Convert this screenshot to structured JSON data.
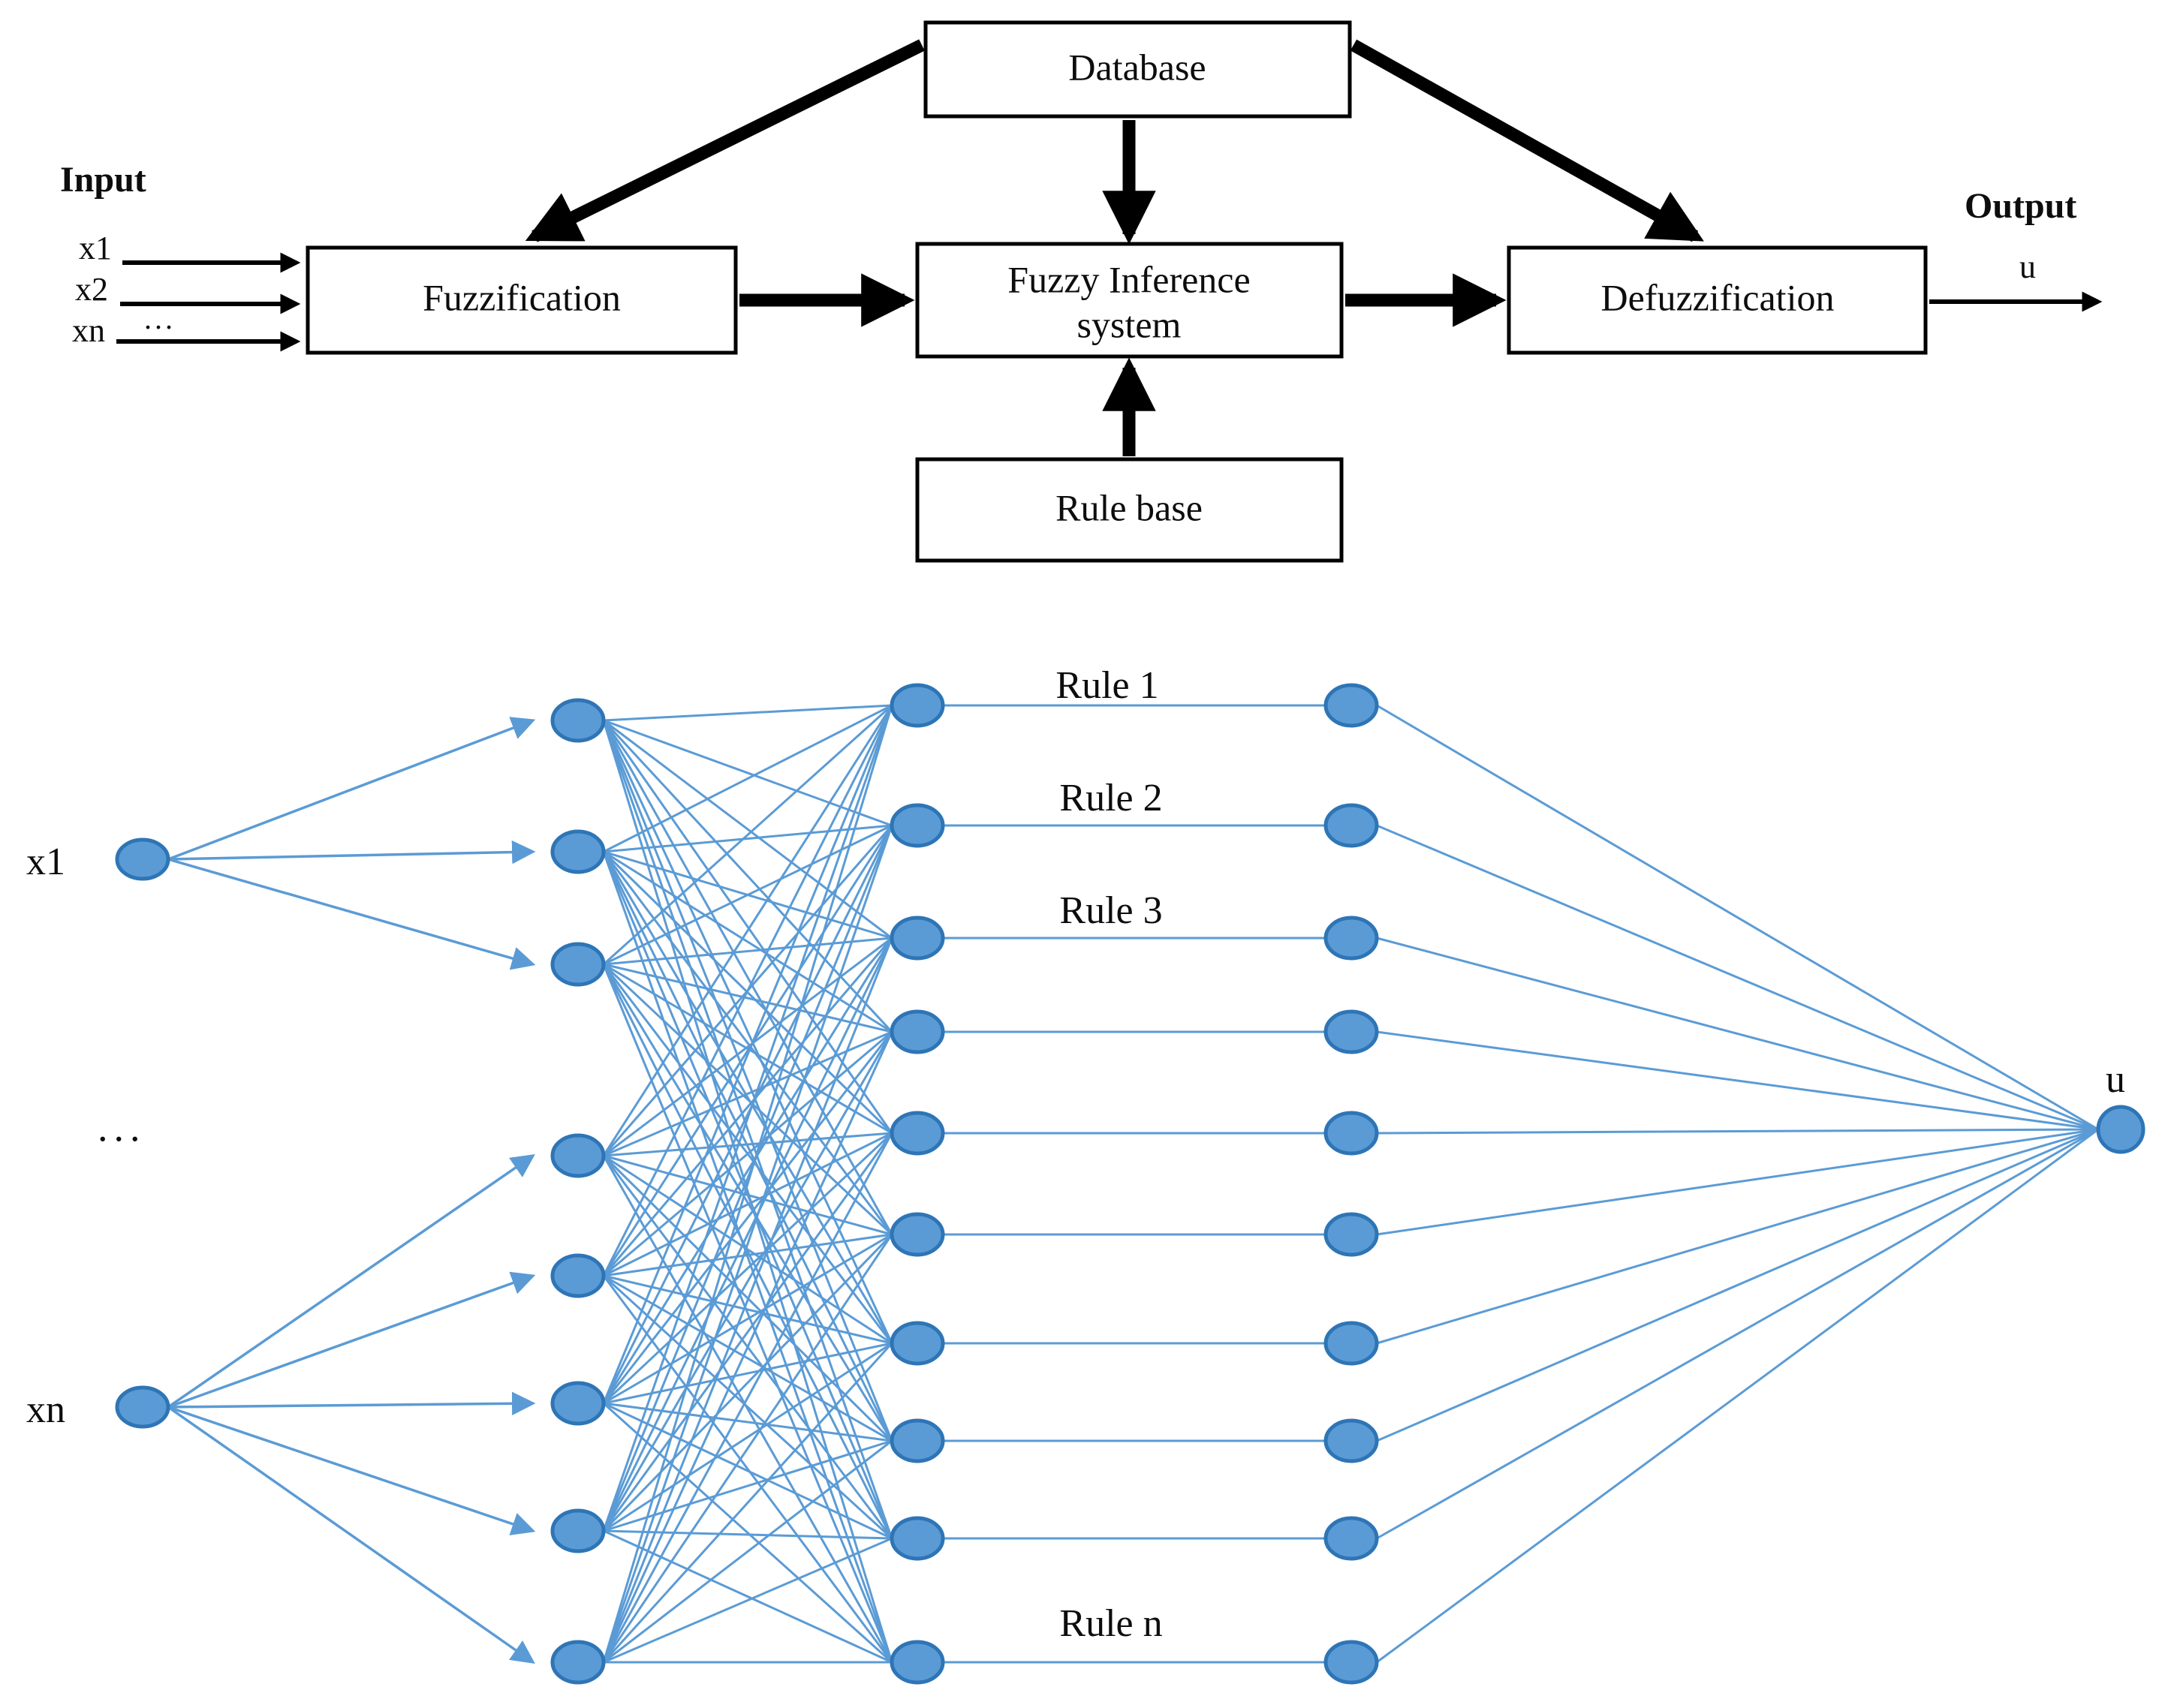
{
  "figure": {
    "title": "Fuzzy inference system block diagram and ANFIS network structure",
    "colors": {
      "node_fill": "#5B9BD5",
      "node_stroke": "#2E75B6",
      "edge": "#5B9BD5",
      "box_stroke": "#000000",
      "box_fill": "#FFFFFF",
      "text": "#0D0D0D"
    }
  },
  "block_diagram": {
    "boxes": [
      {
        "id": "database",
        "label": "Database"
      },
      {
        "id": "fuzzification",
        "label": "Fuzzification"
      },
      {
        "id": "fis",
        "label_line1": "Fuzzy Inference",
        "label_line2": "system"
      },
      {
        "id": "defuzzification",
        "label": "Defuzzification"
      },
      {
        "id": "rulebase",
        "label": "Rule base"
      }
    ],
    "input": {
      "heading": "Input",
      "signals": [
        "x1",
        "x2",
        "xn"
      ],
      "ellipsis": "..."
    },
    "output": {
      "heading": "Output",
      "signal": "u"
    }
  },
  "network": {
    "inputs": [
      {
        "label": "x1"
      },
      {
        "label": "xn"
      }
    ],
    "input_ellipsis": "...",
    "membership_layer": {
      "node_count": 8
    },
    "rule_layer": {
      "node_count": 10,
      "labels": [
        "Rule 1",
        "Rule 2",
        "Rule 3",
        "Rule n"
      ]
    },
    "normalization_layer": {
      "node_count": 10
    },
    "output": {
      "label": "u"
    }
  }
}
